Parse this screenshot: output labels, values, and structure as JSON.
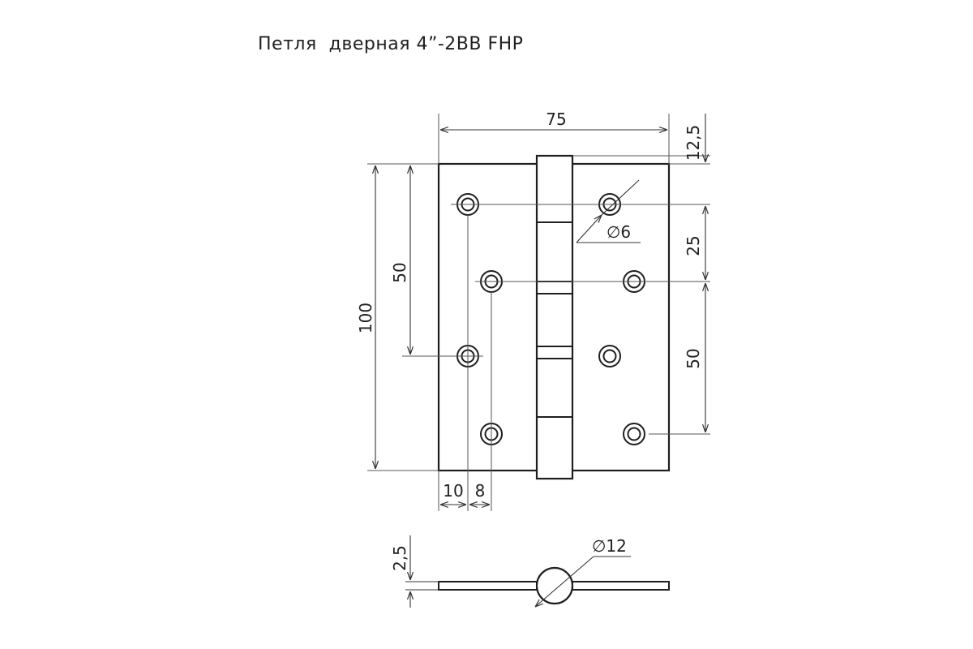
{
  "title": "Петля  дверная 4”-2BB FHP",
  "dimensions": {
    "overall_width": "75",
    "overall_height": "100",
    "knuckle_overhang": "12,5",
    "left_hole_spacing": "50",
    "right_top_spacing": "25",
    "right_hole_spacing": "50",
    "hole_diameter": "∅6",
    "left_edge_offset": "10",
    "hole_column_offset": "8",
    "plate_thickness": "2,5",
    "knuckle_diameter": "∅12"
  },
  "colors": {
    "line": "#1f1f1f",
    "dimension_line": "#444444"
  }
}
